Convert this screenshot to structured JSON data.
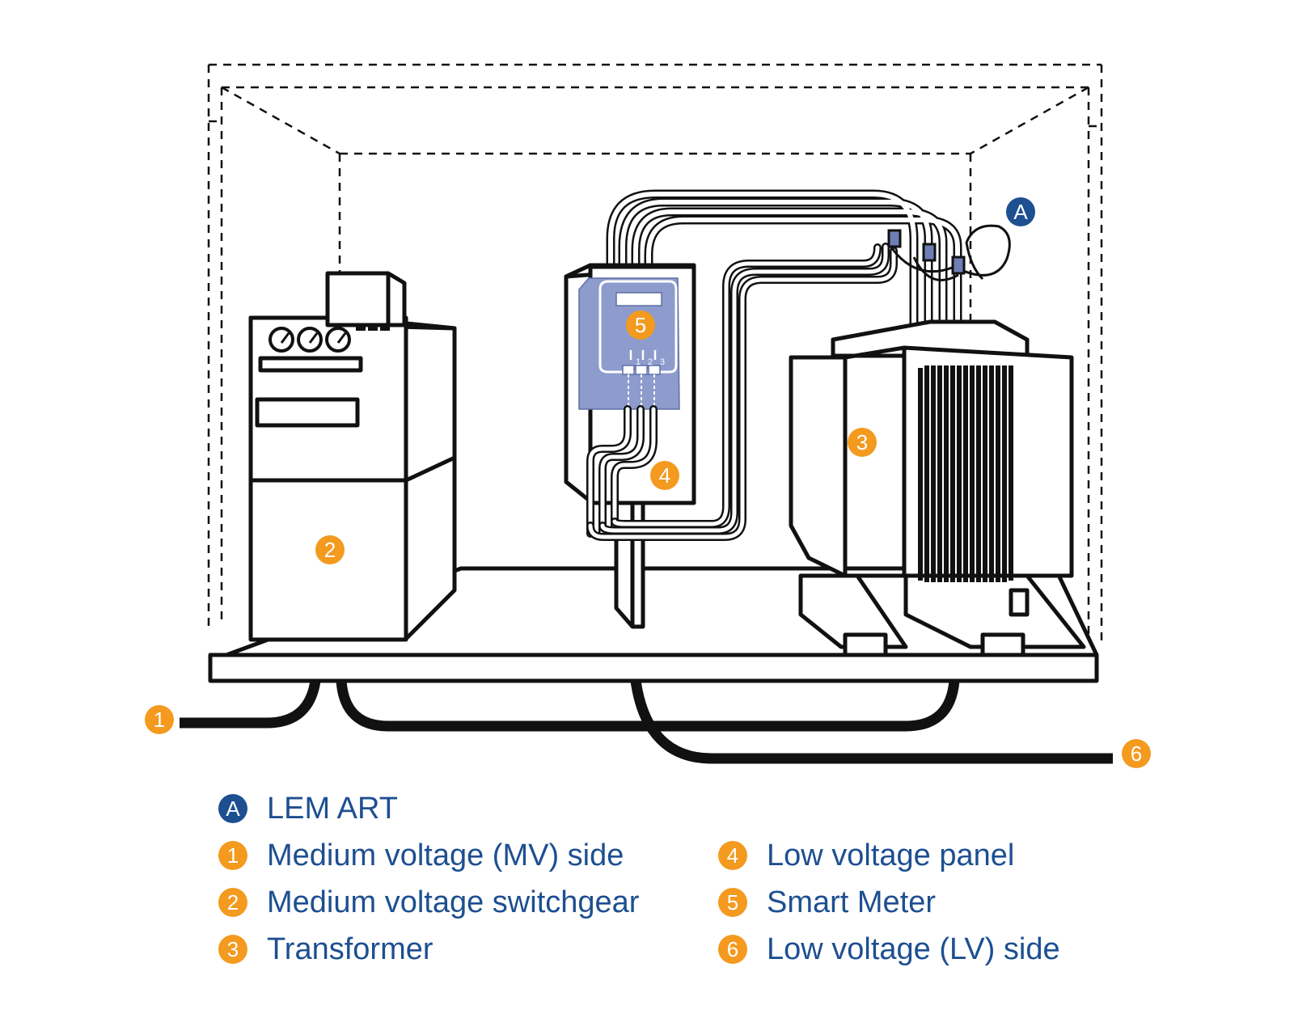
{
  "colors": {
    "accent_orange": "#f39a1f",
    "accent_navy": "#1d4f91",
    "meter_fill": "#8d9ccc",
    "line": "#111111"
  },
  "markers": {
    "a": "A",
    "m1": "1",
    "m2": "2",
    "m3": "3",
    "m4": "4",
    "m5": "5",
    "m6": "6"
  },
  "meter_phase_labels": [
    "1",
    "2",
    "3"
  ],
  "legend": [
    {
      "badge": "A",
      "label": "LEM ART",
      "color": "navy"
    },
    {
      "badge": "1",
      "label": "Medium voltage (MV) side",
      "color": "orange"
    },
    {
      "badge": "2",
      "label": "Medium voltage switchgear",
      "color": "orange"
    },
    {
      "badge": "3",
      "label": "Transformer",
      "color": "orange"
    },
    {
      "badge": "4",
      "label": "Low voltage panel",
      "color": "orange"
    },
    {
      "badge": "5",
      "label": "Smart Meter",
      "color": "orange"
    },
    {
      "badge": "6",
      "label": "Low voltage (LV) side",
      "color": "orange"
    }
  ]
}
